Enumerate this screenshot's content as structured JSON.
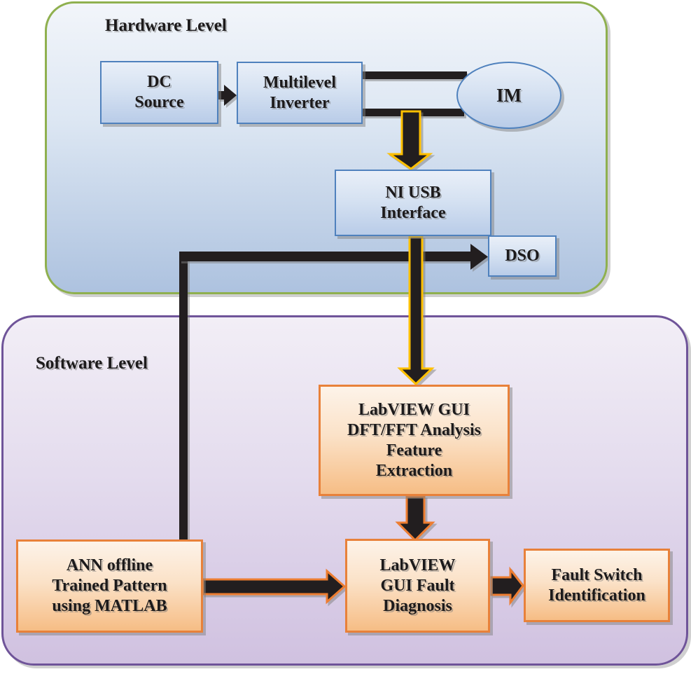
{
  "levels": {
    "hardware": {
      "label": "Hardware Level"
    },
    "software": {
      "label": "Software Level"
    }
  },
  "nodes": {
    "dc_source": {
      "label": "DC\nSource"
    },
    "multilevel_inverter": {
      "label": "Multilevel\nInverter"
    },
    "im": {
      "label": "IM"
    },
    "ni_usb": {
      "label": "NI USB\nInterface"
    },
    "dso": {
      "label": "DSO"
    },
    "feature_extraction": {
      "label": "LabVIEW GUI\nDFT/FFT Analysis\nFeature\nExtraction"
    },
    "ann": {
      "label": "ANN offline\nTrained Pattern\nusing MATLAB"
    },
    "fault_diagnosis": {
      "label": "LabVIEW\nGUI Fault\nDiagnosis"
    },
    "fault_switch": {
      "label": "Fault Switch\nIdentification"
    }
  },
  "connections": [
    {
      "from": "dc_source",
      "to": "multilevel_inverter",
      "style": "black-arrow"
    },
    {
      "from": "multilevel_inverter",
      "to": "im",
      "style": "black-double-line"
    },
    {
      "from": "multilevel_inverter",
      "to": "ni_usb",
      "style": "black-arrow-yellow-outline"
    },
    {
      "from": "ni_usb",
      "to": "feature_extraction",
      "style": "black-arrow-yellow-outline"
    },
    {
      "from": "ann",
      "to": "dso",
      "style": "black-arrow"
    },
    {
      "from": "feature_extraction",
      "to": "fault_diagnosis",
      "style": "black-arrow-orange-outline"
    },
    {
      "from": "ann",
      "to": "fault_diagnosis",
      "style": "black-arrow-orange-outline"
    },
    {
      "from": "fault_diagnosis",
      "to": "fault_switch",
      "style": "black-arrow-orange-outline"
    }
  ],
  "colors": {
    "hardware_border": "#8fb04f",
    "software_border": "#6f5499",
    "blue_box_border": "#4f81bd",
    "orange_box_border": "#e8813a",
    "arrow_black": "#221e1f",
    "arrow_yellow_outline": "#ffc000",
    "arrow_orange_outline": "#ed7d31"
  }
}
